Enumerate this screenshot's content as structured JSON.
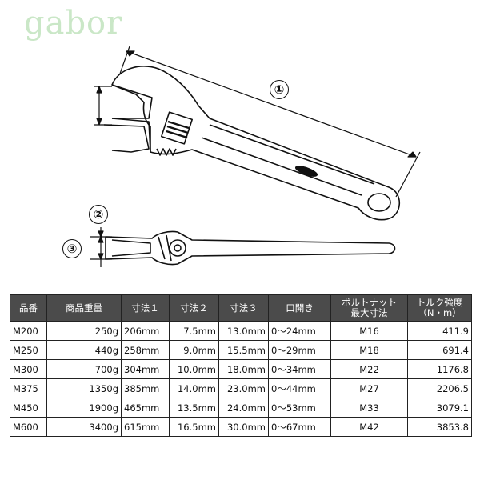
{
  "watermark": "gabor",
  "diagram": {
    "dim_labels": [
      "①",
      "②",
      "③"
    ]
  },
  "table": {
    "headers": [
      "品番",
      "商品重量",
      "寸法１",
      "寸法２",
      "寸法３",
      "口開き",
      "ボルトナット\n最大寸法",
      "トルク強度\n（N・m）"
    ],
    "rows": [
      [
        "M200",
        "250g",
        "206mm",
        "7.5mm",
        "13.0mm",
        "0～24mm",
        "M16",
        "411.9"
      ],
      [
        "M250",
        "440g",
        "258mm",
        "9.0mm",
        "15.5mm",
        "0～29mm",
        "M18",
        "691.4"
      ],
      [
        "M300",
        "700g",
        "304mm",
        "10.0mm",
        "18.0mm",
        "0～34mm",
        "M22",
        "1176.8"
      ],
      [
        "M375",
        "1350g",
        "385mm",
        "14.0mm",
        "23.0mm",
        "0～44mm",
        "M27",
        "2206.5"
      ],
      [
        "M450",
        "1900g",
        "465mm",
        "13.5mm",
        "24.0mm",
        "0～53mm",
        "M33",
        "3079.1"
      ],
      [
        "M600",
        "3400g",
        "615mm",
        "16.5mm",
        "30.0mm",
        "0～67mm",
        "M42",
        "3853.8"
      ]
    ]
  }
}
